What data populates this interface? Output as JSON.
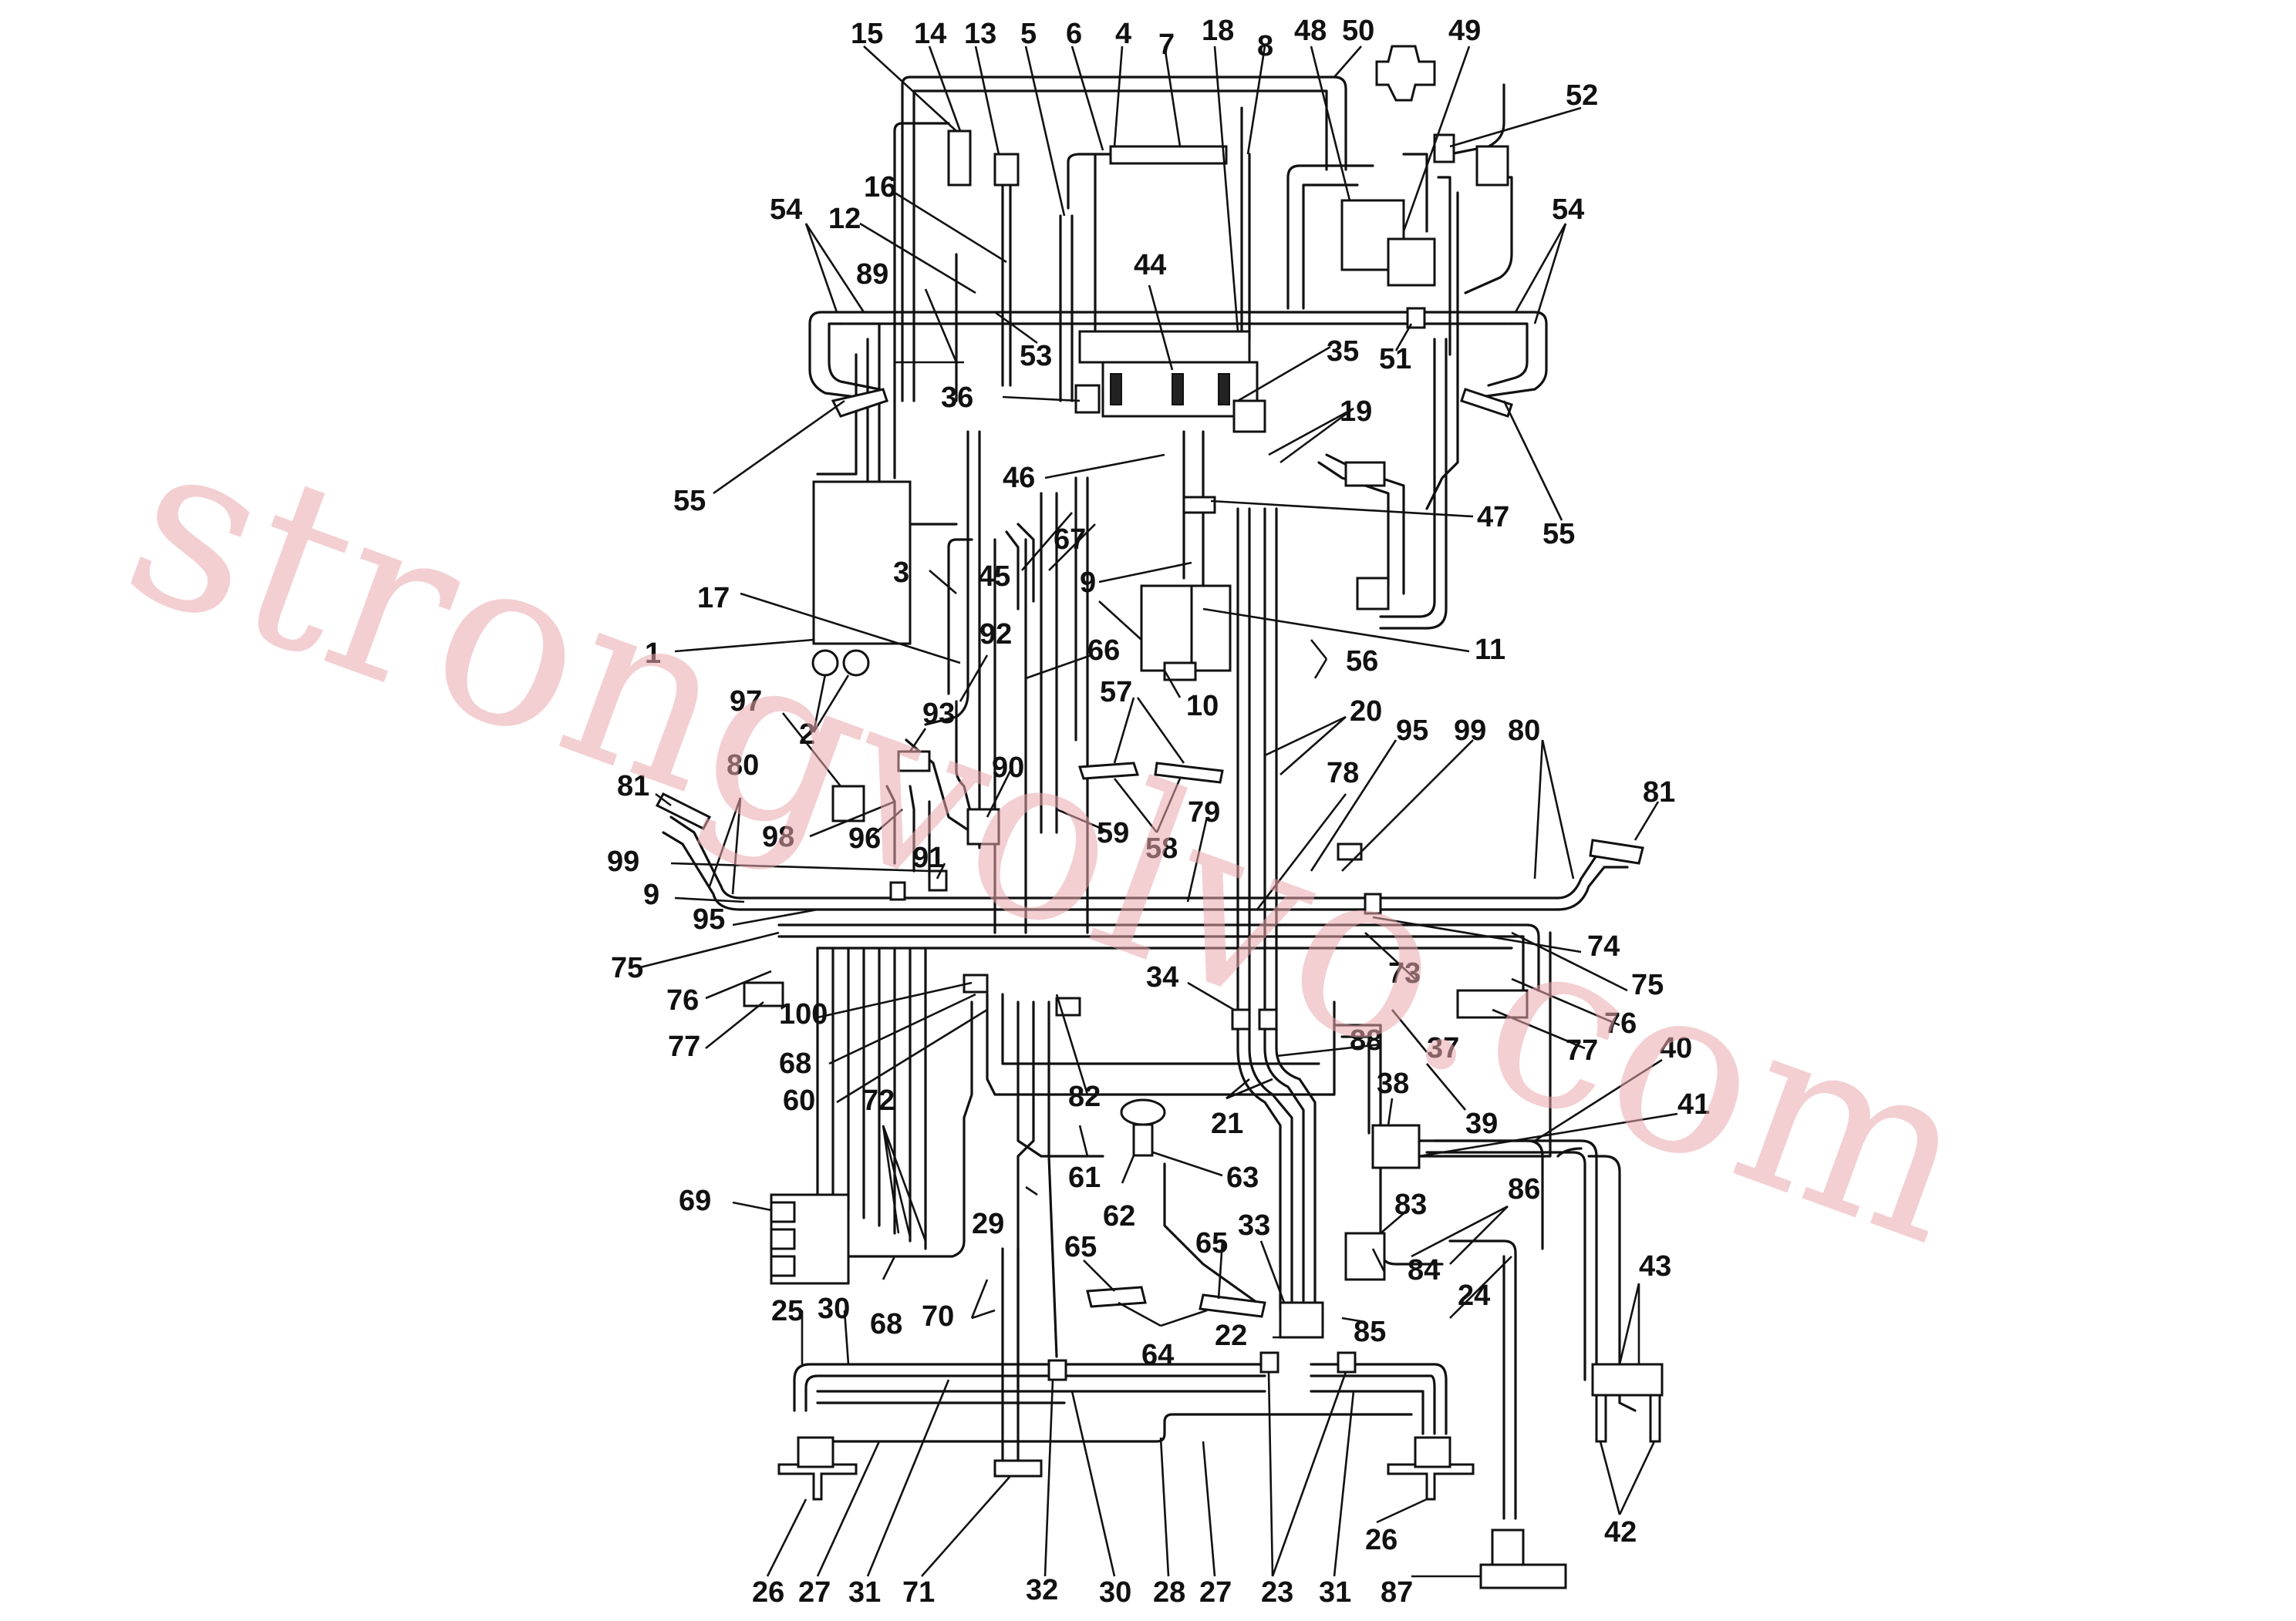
{
  "watermark": "strongvolvo.com",
  "labels": [
    {
      "id": "15",
      "text": "15"
    },
    {
      "id": "14",
      "text": "14"
    },
    {
      "id": "13",
      "text": "13"
    },
    {
      "id": "5",
      "text": "5"
    },
    {
      "id": "6",
      "text": "6"
    },
    {
      "id": "4",
      "text": "4"
    },
    {
      "id": "7",
      "text": "7"
    },
    {
      "id": "18",
      "text": "18"
    },
    {
      "id": "8",
      "text": "8"
    },
    {
      "id": "48",
      "text": "48"
    },
    {
      "id": "50",
      "text": "50"
    },
    {
      "id": "49",
      "text": "49"
    },
    {
      "id": "52",
      "text": "52"
    },
    {
      "id": "54a",
      "text": "54"
    },
    {
      "id": "54b",
      "text": "54"
    },
    {
      "id": "16",
      "text": "16"
    },
    {
      "id": "12",
      "text": "12"
    },
    {
      "id": "89",
      "text": "89"
    },
    {
      "id": "44",
      "text": "44"
    },
    {
      "id": "53",
      "text": "53"
    },
    {
      "id": "35",
      "text": "35"
    },
    {
      "id": "51",
      "text": "51"
    },
    {
      "id": "36",
      "text": "36"
    },
    {
      "id": "19",
      "text": "19"
    },
    {
      "id": "55a",
      "text": "55"
    },
    {
      "id": "55b",
      "text": "55"
    },
    {
      "id": "46",
      "text": "46"
    },
    {
      "id": "47",
      "text": "47"
    },
    {
      "id": "3",
      "text": "3"
    },
    {
      "id": "67",
      "text": "67"
    },
    {
      "id": "45",
      "text": "45"
    },
    {
      "id": "9a",
      "text": "9"
    },
    {
      "id": "17",
      "text": "17"
    },
    {
      "id": "11",
      "text": "11"
    },
    {
      "id": "1",
      "text": "1"
    },
    {
      "id": "92",
      "text": "92"
    },
    {
      "id": "66",
      "text": "66"
    },
    {
      "id": "56",
      "text": "56"
    },
    {
      "id": "2",
      "text": "2"
    },
    {
      "id": "10",
      "text": "10"
    },
    {
      "id": "97",
      "text": "97"
    },
    {
      "id": "93",
      "text": "93"
    },
    {
      "id": "57",
      "text": "57"
    },
    {
      "id": "20",
      "text": "20"
    },
    {
      "id": "95a",
      "text": "95"
    },
    {
      "id": "99a",
      "text": "99"
    },
    {
      "id": "80a",
      "text": "80"
    },
    {
      "id": "81a",
      "text": "81"
    },
    {
      "id": "80b",
      "text": "80"
    },
    {
      "id": "90",
      "text": "90"
    },
    {
      "id": "78",
      "text": "78"
    },
    {
      "id": "81b",
      "text": "81"
    },
    {
      "id": "79",
      "text": "79"
    },
    {
      "id": "98",
      "text": "98"
    },
    {
      "id": "96",
      "text": "96"
    },
    {
      "id": "59",
      "text": "59"
    },
    {
      "id": "58",
      "text": "58"
    },
    {
      "id": "99b",
      "text": "99"
    },
    {
      "id": "91",
      "text": "91"
    },
    {
      "id": "9b",
      "text": "9"
    },
    {
      "id": "95b",
      "text": "95"
    },
    {
      "id": "74",
      "text": "74"
    },
    {
      "id": "75a",
      "text": "75"
    },
    {
      "id": "73",
      "text": "73"
    },
    {
      "id": "75b",
      "text": "75"
    },
    {
      "id": "76a",
      "text": "76"
    },
    {
      "id": "34",
      "text": "34"
    },
    {
      "id": "76b",
      "text": "76"
    },
    {
      "id": "100",
      "text": "100"
    },
    {
      "id": "77a",
      "text": "77"
    },
    {
      "id": "77b",
      "text": "77"
    },
    {
      "id": "68a",
      "text": "68"
    },
    {
      "id": "88",
      "text": "88"
    },
    {
      "id": "37",
      "text": "37"
    },
    {
      "id": "40",
      "text": "40"
    },
    {
      "id": "60",
      "text": "60"
    },
    {
      "id": "82",
      "text": "82"
    },
    {
      "id": "72",
      "text": "72"
    },
    {
      "id": "38",
      "text": "38"
    },
    {
      "id": "41",
      "text": "41"
    },
    {
      "id": "21",
      "text": "21"
    },
    {
      "id": "39",
      "text": "39"
    },
    {
      "id": "61",
      "text": "61"
    },
    {
      "id": "63",
      "text": "63"
    },
    {
      "id": "69",
      "text": "69"
    },
    {
      "id": "83",
      "text": "83"
    },
    {
      "id": "86",
      "text": "86"
    },
    {
      "id": "62",
      "text": "62"
    },
    {
      "id": "29",
      "text": "29"
    },
    {
      "id": "33",
      "text": "33"
    },
    {
      "id": "65a",
      "text": "65"
    },
    {
      "id": "65b",
      "text": "65"
    },
    {
      "id": "84",
      "text": "84"
    },
    {
      "id": "43",
      "text": "43"
    },
    {
      "id": "24",
      "text": "24"
    },
    {
      "id": "68b",
      "text": "68"
    },
    {
      "id": "25",
      "text": "25"
    },
    {
      "id": "30a",
      "text": "30"
    },
    {
      "id": "70",
      "text": "70"
    },
    {
      "id": "85",
      "text": "85"
    },
    {
      "id": "22",
      "text": "22"
    },
    {
      "id": "64",
      "text": "64"
    },
    {
      "id": "42",
      "text": "42"
    },
    {
      "id": "26a",
      "text": "26"
    },
    {
      "id": "26b",
      "text": "26"
    },
    {
      "id": "27a",
      "text": "27"
    },
    {
      "id": "31a",
      "text": "31"
    },
    {
      "id": "71",
      "text": "71"
    },
    {
      "id": "32",
      "text": "32"
    },
    {
      "id": "30b",
      "text": "30"
    },
    {
      "id": "28",
      "text": "28"
    },
    {
      "id": "27b",
      "text": "27"
    },
    {
      "id": "23",
      "text": "23"
    },
    {
      "id": "31b",
      "text": "31"
    },
    {
      "id": "87",
      "text": "87"
    }
  ]
}
